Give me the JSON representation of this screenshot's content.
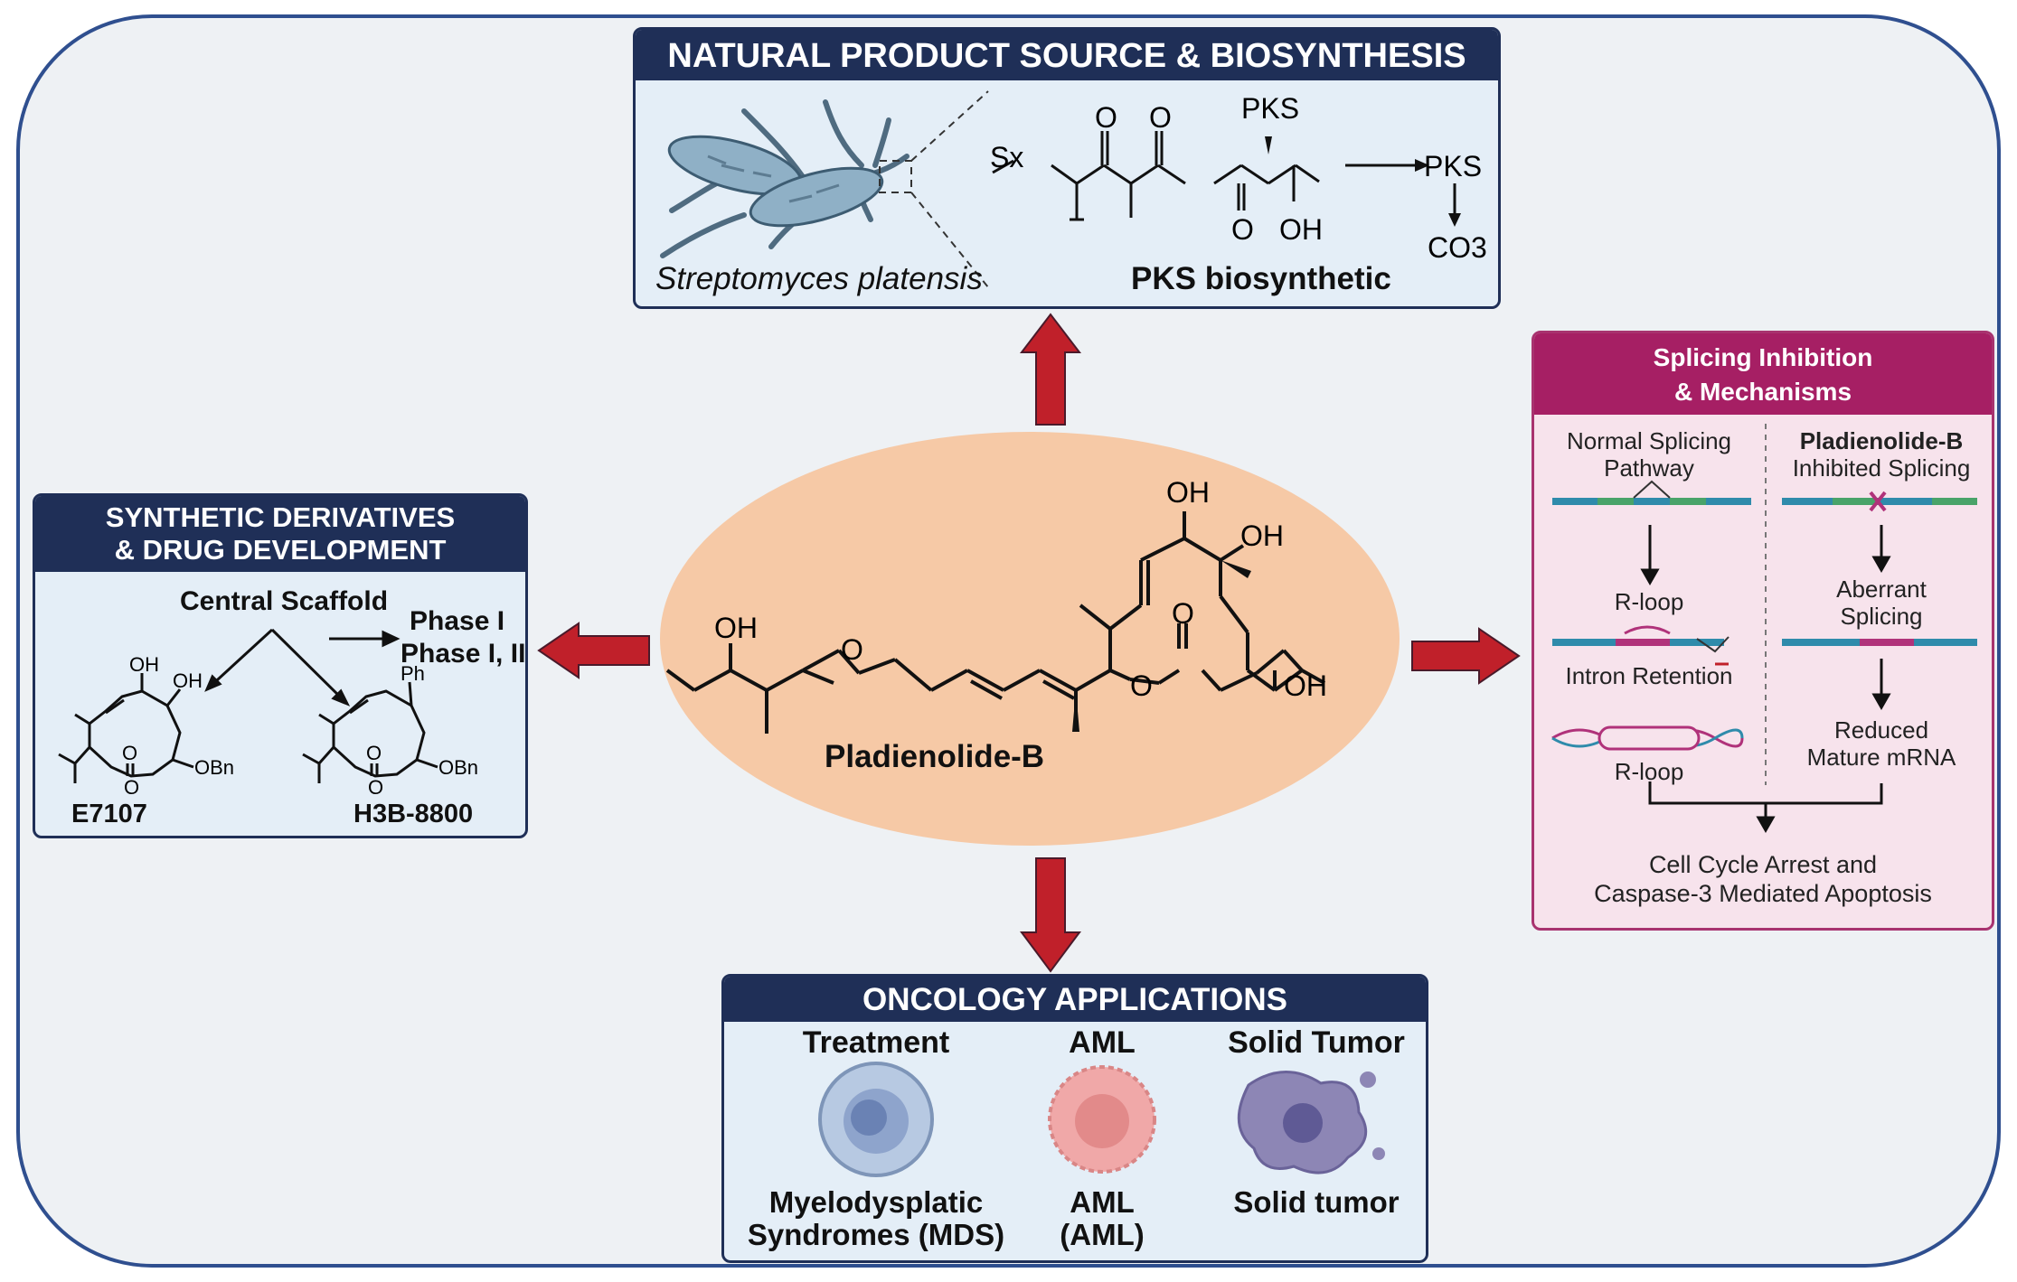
{
  "source": {
    "title": "NATURAL PRODUCT SOURCE & BIOSYNTHESIS",
    "organism": "Streptomyces platensis",
    "pathway_label": "PKS biosynthetic",
    "atoms": {
      "sx": "Sx",
      "o1": "O",
      "o2": "O",
      "pks_top": "PKS",
      "o3": "O",
      "oh": "OH",
      "pks_right": "PKS",
      "co3": "CO3"
    }
  },
  "center": {
    "name": "Pladienolide-B",
    "atoms": {
      "oh_left": "OH",
      "o_epoxide": "O",
      "oh_top": "OH",
      "oh_top2": "OH",
      "o_carbonyl": "O",
      "o_ring": "O",
      "oh_right": "OH"
    }
  },
  "synthetic": {
    "title_line1": "SYNTHETIC DERIVATIVES",
    "title_line2": "& DRUG DEVELOPMENT",
    "scaffold": "Central Scaffold",
    "phase1": "Phase I",
    "phase2": "Phase I, II",
    "compound1": "E7107",
    "compound2": "H3B-8800",
    "atoms": {
      "oh1": "OH",
      "oh2": "OH",
      "o1": "O",
      "o2": "O",
      "obn1": "OBn",
      "ph": "Ph",
      "o3": "O",
      "o4": "O",
      "obn2": "OBn"
    }
  },
  "splicing": {
    "title_line1": "Splicing Inhibition",
    "title_line2": "& Mechanisms",
    "normal_line1": "Normal Splicing",
    "normal_line2": "Pathway",
    "inhibited_line1": "Pladienolide-B",
    "inhibited_line2": "Inhibited Splicing",
    "rloop1": "R-loop",
    "aberrant_line1": "Aberrant",
    "aberrant_line2": "Splicing",
    "intron": "Intron Retention",
    "rloop2": "R-loop",
    "reduced_line1": "Reduced",
    "reduced_line2": "Mature mRNA",
    "outcome_line1": "Cell Cycle Arrest and",
    "outcome_line2": "Caspase-3 Mediated Apoptosis"
  },
  "oncology": {
    "title": "ONCOLOGY APPLICATIONS",
    "columns": [
      {
        "heading": "Treatment",
        "label_line1": "Myelodysplatic",
        "label_line2": "Syndromes (MDS)"
      },
      {
        "heading": "AML",
        "label_line1": "AML",
        "label_line2": "(AML)"
      },
      {
        "heading": "Solid Tumor",
        "label_line1": "Solid tumor",
        "label_line2": ""
      }
    ]
  },
  "colors": {
    "frame": "#2f4f8f",
    "arrow": "#c0202a",
    "navy": "#1f2f57",
    "magenta": "#a61f64",
    "ellipse": "#f6c9a6"
  }
}
